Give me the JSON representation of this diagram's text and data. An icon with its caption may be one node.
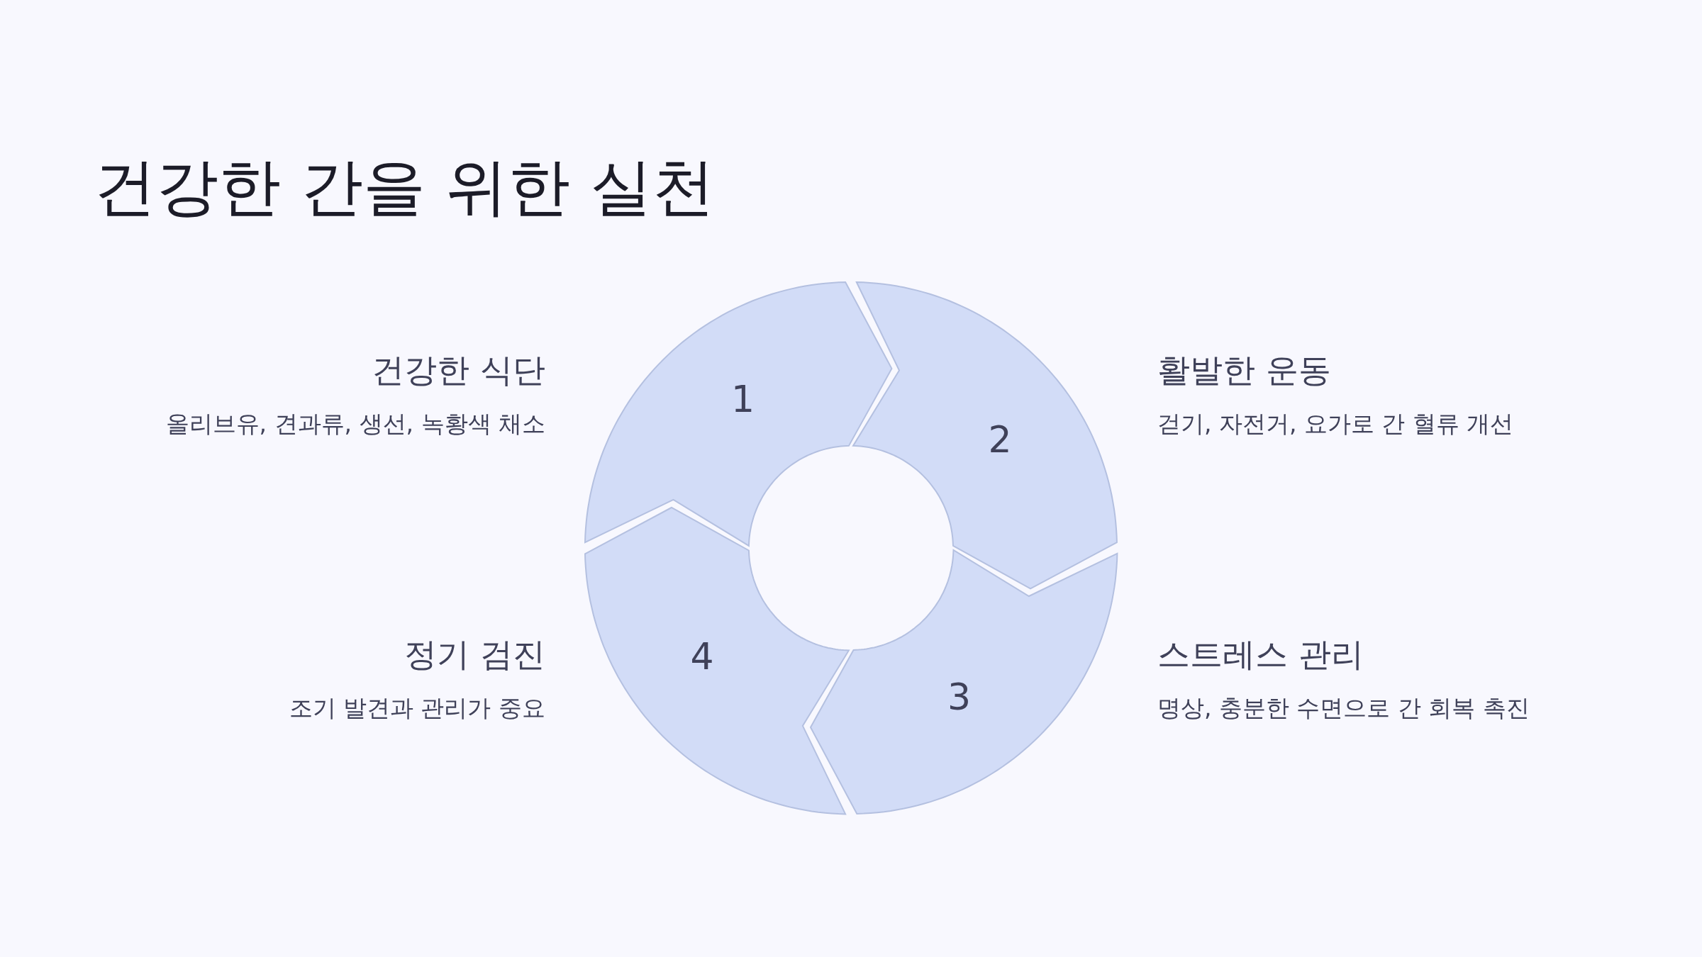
{
  "diagram": {
    "title": "건강한 간을 위한 실천",
    "nodes": [
      {
        "text": [
          "1"
        ],
        "beside": [
          "건강한 식단",
          "올리브유, 견과류, 생선, 녹황색 채소"
        ]
      },
      {
        "text": [
          "2"
        ],
        "beside": [
          "활발한 운동",
          "걷기, 자전거, 요가로 간 혈류 개선"
        ]
      },
      {
        "text": [
          "3"
        ],
        "beside": [
          "스트레스 관리",
          "명상, 충분한 수면으로 간 회복 촉진"
        ]
      },
      {
        "text": [
          "4"
        ],
        "beside": [
          "정기 검진",
          "조기 발견과 관리가 중요"
        ]
      }
    ]
  }
}
